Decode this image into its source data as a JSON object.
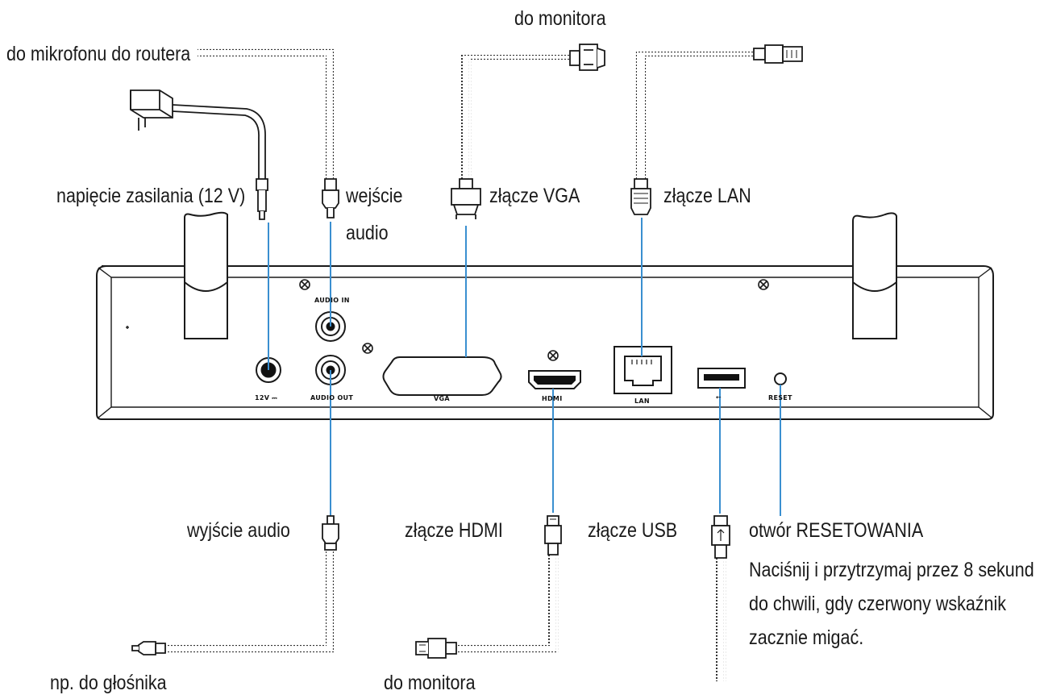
{
  "callouts": {
    "to_mic": "do mikrofonu do routera",
    "to_monitor_top": "do monitora",
    "power": "napięcie zasilania (12 V)",
    "audio_in_line1": "wejście",
    "audio_in_line2": "audio",
    "vga": "złącze VGA",
    "lan": "złącze LAN",
    "audio_out": "wyjście audio",
    "hdmi": "złącze HDMI",
    "usb": "złącze USB",
    "reset": "otwór RESETOWANIA",
    "reset_note_1": "Naciśnij i przytrzymaj przez 8 sekund",
    "reset_note_2": "do chwili, gdy czerwony wskaźnik",
    "reset_note_3": "zacznie migać.",
    "speaker": "np. do głośnika",
    "to_monitor_bottom": "do monitora"
  },
  "ports": {
    "power": "12V ⎓",
    "audio_in": "AUDIO IN",
    "audio_out": "AUDIO OUT",
    "vga": "VGA",
    "hdmi": "HDMI",
    "lan": "LAN",
    "usb": "⭠",
    "reset": "RESET"
  },
  "colors": {
    "lead_line": "#3a8fd0",
    "outline": "#1a1a1a"
  }
}
